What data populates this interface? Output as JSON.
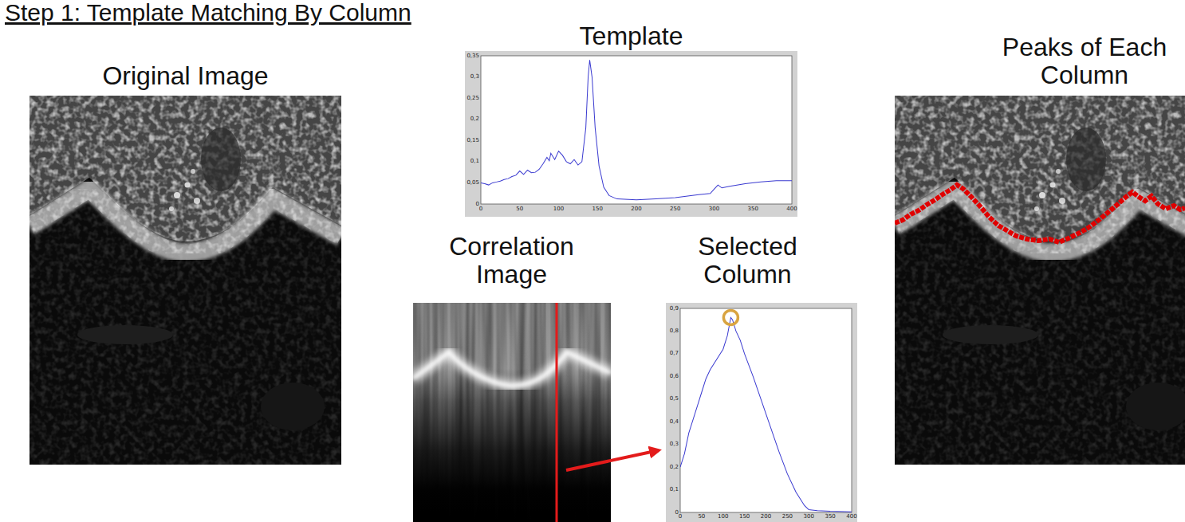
{
  "diagram": {
    "title": "Step 1: Template Matching By Column",
    "nodes": [
      {
        "text": [
          "Original Image"
        ]
      },
      {
        "text": [
          "Template"
        ]
      },
      {
        "text": [
          "Correlation Image"
        ]
      },
      {
        "text": [
          "Selected Column"
        ]
      },
      {
        "text": [
          "Peaks of Each Column"
        ]
      }
    ],
    "edges": [
      {
        "from": 2,
        "to": 3,
        "arrow": "to"
      }
    ],
    "labels": [
      "0",
      "0,05",
      "0,1",
      "0,15",
      "0,2",
      "0,25",
      "0,3",
      "0,35",
      "0",
      "50",
      "100",
      "150",
      "200",
      "250",
      "300",
      "350",
      "400",
      "0",
      "0,1",
      "0,2",
      "0,3",
      "0,4",
      "0,5",
      "0,6",
      "0,7",
      "0,8",
      "0,9",
      "0",
      "50",
      "100",
      "150",
      "200",
      "250",
      "300",
      "350",
      "400"
    ]
  }
}
